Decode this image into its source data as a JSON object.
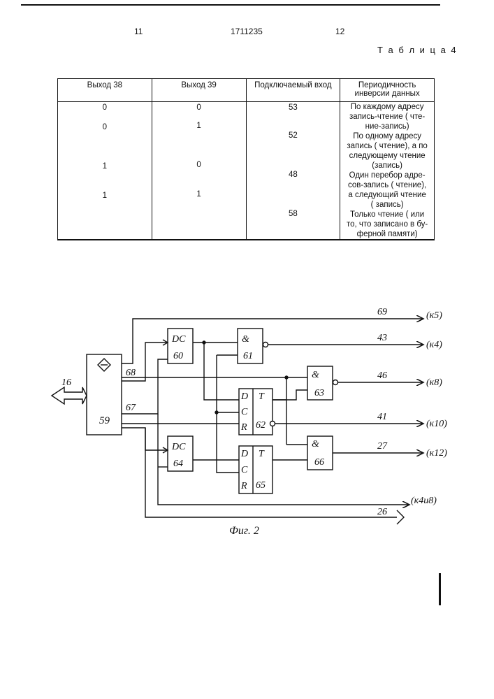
{
  "header": {
    "page_left": "11",
    "patent_number": "1711235",
    "page_right": "12"
  },
  "table": {
    "title": "Т а б л и ц а 4",
    "columns": [
      "Выход 38",
      "Выход 39",
      "Подключаемый вход",
      "Периодичность инверсии данных"
    ],
    "col1_values": [
      "0",
      "0",
      "1",
      "1"
    ],
    "col2_values": [
      "0",
      "1",
      "0",
      "1"
    ],
    "col3_values": [
      "53",
      "52",
      "48",
      "58"
    ],
    "col4_lines": [
      "По каждому адресу",
      "запись-чтение ( чте-",
      "ние-запись)",
      "По одному адресу",
      "запись ( чтение), а по",
      "следующему чтение",
      "(запись)",
      "Один перебор адре-",
      "сов-запись ( чтение),",
      "а следующий чтение",
      "( запись)",
      "Только чтение ( или",
      "то, что записано в бу-",
      "ферной памяти)"
    ]
  },
  "figure": {
    "caption": "Фиг. 2",
    "blocks": {
      "b59": "59",
      "dc60": "DC",
      "n60": "60",
      "and61": "&",
      "n61": "61",
      "trig62_T": "T",
      "n62": "62",
      "and63": "&",
      "n63": "63",
      "dc64": "DC",
      "n64": "64",
      "trig65_T": "T",
      "n65": "65",
      "and66": "&",
      "n66": "66"
    },
    "pins": {
      "d": "D",
      "c": "C",
      "r": "R"
    },
    "wire_labels": {
      "w16": "16",
      "w68": "68",
      "w67": "67",
      "w69": "69",
      "w43": "43",
      "w46": "46",
      "w41": "41",
      "w27": "27",
      "w26": "26"
    },
    "destinations": {
      "k5": "(к5)",
      "k4": "(к4)",
      "k8": "(к8)",
      "k10": "(к10)",
      "k12": "(к12)",
      "k4i8": "(к4и8)"
    }
  }
}
